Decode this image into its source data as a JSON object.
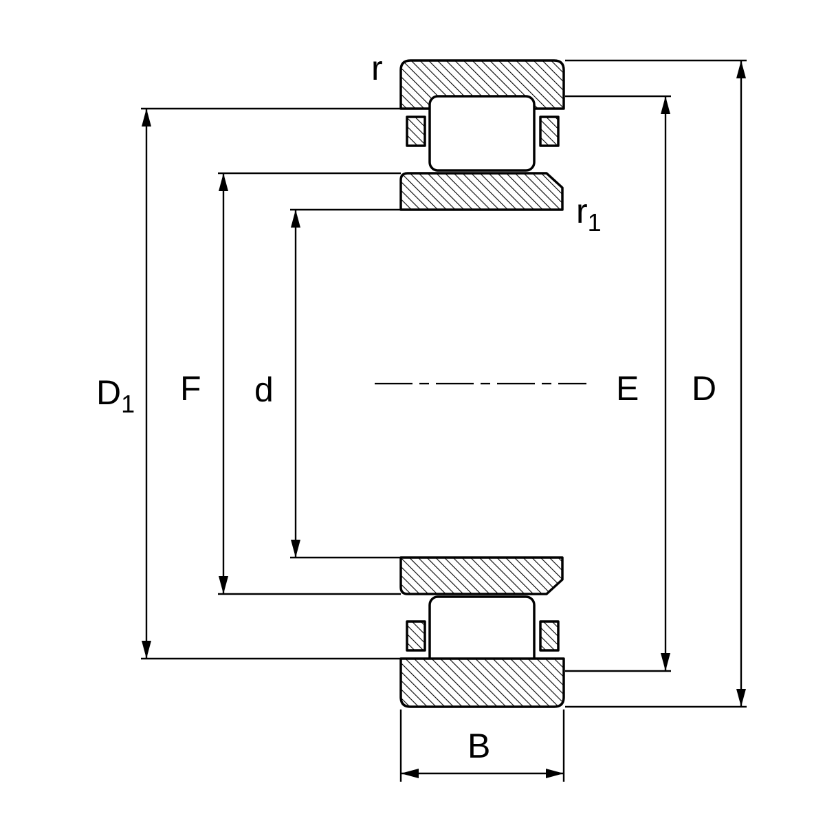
{
  "diagram": {
    "labels": {
      "D1": {
        "main": "D",
        "sub": "1"
      },
      "F": "F",
      "d": "d",
      "E": "E",
      "D": "D",
      "B": "B",
      "r": "r",
      "r1": {
        "main": "r",
        "sub": "1"
      }
    },
    "colors": {
      "line": "#000000",
      "background": "#ffffff"
    }
  }
}
